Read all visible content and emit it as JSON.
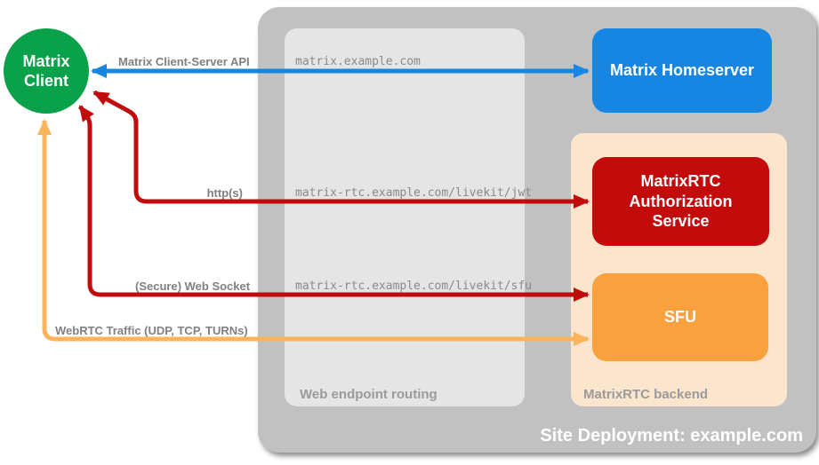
{
  "containers": {
    "site": {
      "label": "Site Deployment: example.com",
      "color": "#c1c1c1"
    },
    "routing": {
      "label": "Web endpoint routing",
      "color": "#e5e5e5"
    },
    "backend": {
      "label": "MatrixRTC backend",
      "color": "#fbe5cd"
    }
  },
  "nodes": {
    "client": {
      "label": "Matrix\nClient",
      "color": "#0aa14b"
    },
    "homeserver": {
      "label": "Matrix Homeserver",
      "color": "#1786e2"
    },
    "auth": {
      "label": "MatrixRTC\nAuthorization\nService",
      "color": "#c40b0b"
    },
    "sfu": {
      "label": "SFU",
      "color": "#f9a13e"
    }
  },
  "endpoints": {
    "homeserver": "matrix.example.com",
    "jwt": "matrix-rtc.example.com/livekit/jwt",
    "sfu": "matrix-rtc.example.com/livekit/sfu"
  },
  "arrows": {
    "client_server_api": {
      "label": "Matrix Client-Server API",
      "color": "#1786e2"
    },
    "http": {
      "label": "http(s)",
      "color": "#c00c0c"
    },
    "websocket": {
      "label": "(Secure) Web Socket",
      "color": "#c00c0c"
    },
    "webrtc": {
      "label": "WebRTC Traffic (UDP, TCP, TURNs)",
      "color": "#fbb45c"
    }
  }
}
